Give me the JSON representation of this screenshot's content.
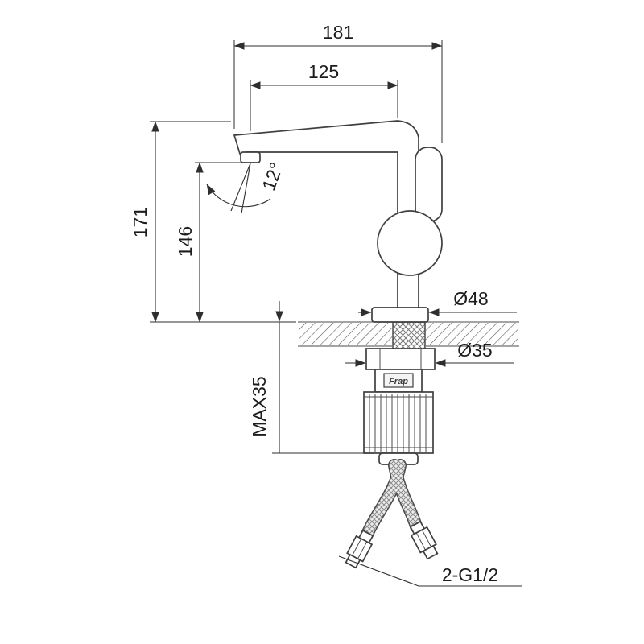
{
  "drawing": {
    "brand": "Frap",
    "dims": {
      "total_width": "181",
      "spout_reach": "125",
      "spray_angle": "12°",
      "total_height": "171",
      "spout_height": "146",
      "base_diameter": "Ø48",
      "nut_diameter": "Ø35",
      "max_deck_thickness": "MAX35",
      "connection_thread": "2-G1/2"
    }
  }
}
